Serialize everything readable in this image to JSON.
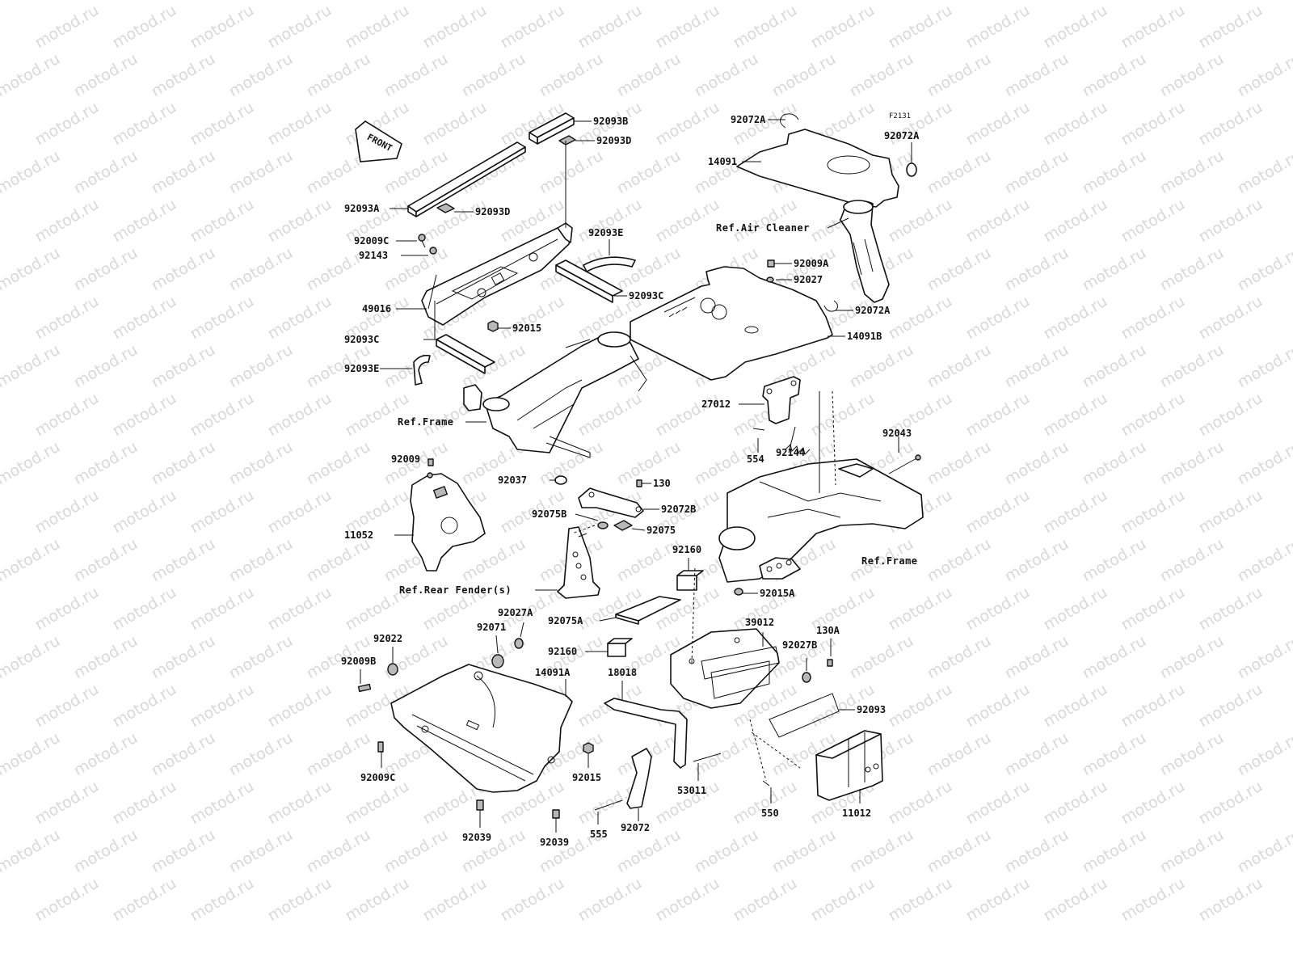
{
  "figure_code": "F2131",
  "front_label": "FRONT",
  "watermark_text": "motod.ru",
  "colors": {
    "line": "#111111",
    "watermark": "#d8d8d8",
    "background": "#ffffff"
  },
  "labels": {
    "l92093B": "92093B",
    "l92093D_top": "92093D",
    "l92093A": "92093A",
    "l92093D_mid": "92093D",
    "l92009C_top": "92009C",
    "l92143": "92143",
    "l92093E_top": "92093E",
    "l49016": "49016",
    "l92093C_right": "92093C",
    "l92015_top": "92015",
    "l92093C_left": "92093C",
    "l92093E_left": "92093E",
    "l92072A_top": "92072A",
    "l92072A_right": "92072A",
    "l14091": "14091",
    "l92009A": "92009A",
    "l92027": "92027",
    "l92072A_mid": "92072A",
    "l14091B": "14091B",
    "l27012": "27012",
    "l92043": "92043",
    "l554": "554",
    "l92144": "92144",
    "l92009": "92009",
    "l92037": "92037",
    "l130": "130",
    "l92072B": "92072B",
    "l92075B": "92075B",
    "l92075": "92075",
    "l11052": "11052",
    "l92160_top": "92160",
    "l92015A": "92015A",
    "l92075A": "92075A",
    "l39012": "39012",
    "l92027A": "92027A",
    "l92071": "92071",
    "l92022": "92022",
    "l92160_mid": "92160",
    "l130A": "130A",
    "l92027B": "92027B",
    "l92009B": "92009B",
    "l14091A": "14091A",
    "l18018": "18018",
    "l92093": "92093",
    "l92009C_bottom": "92009C",
    "l92015_bottom": "92015",
    "l53011": "53011",
    "l11012": "11012",
    "l550": "550",
    "l92039_left": "92039",
    "l92039_right": "92039",
    "l555": "555",
    "l92072": "92072"
  },
  "references": {
    "air_cleaner": "Ref.Air Cleaner",
    "frame_left": "Ref.Frame",
    "frame_right": "Ref.Frame",
    "rear_fender": "Ref.Rear Fender(s)"
  }
}
